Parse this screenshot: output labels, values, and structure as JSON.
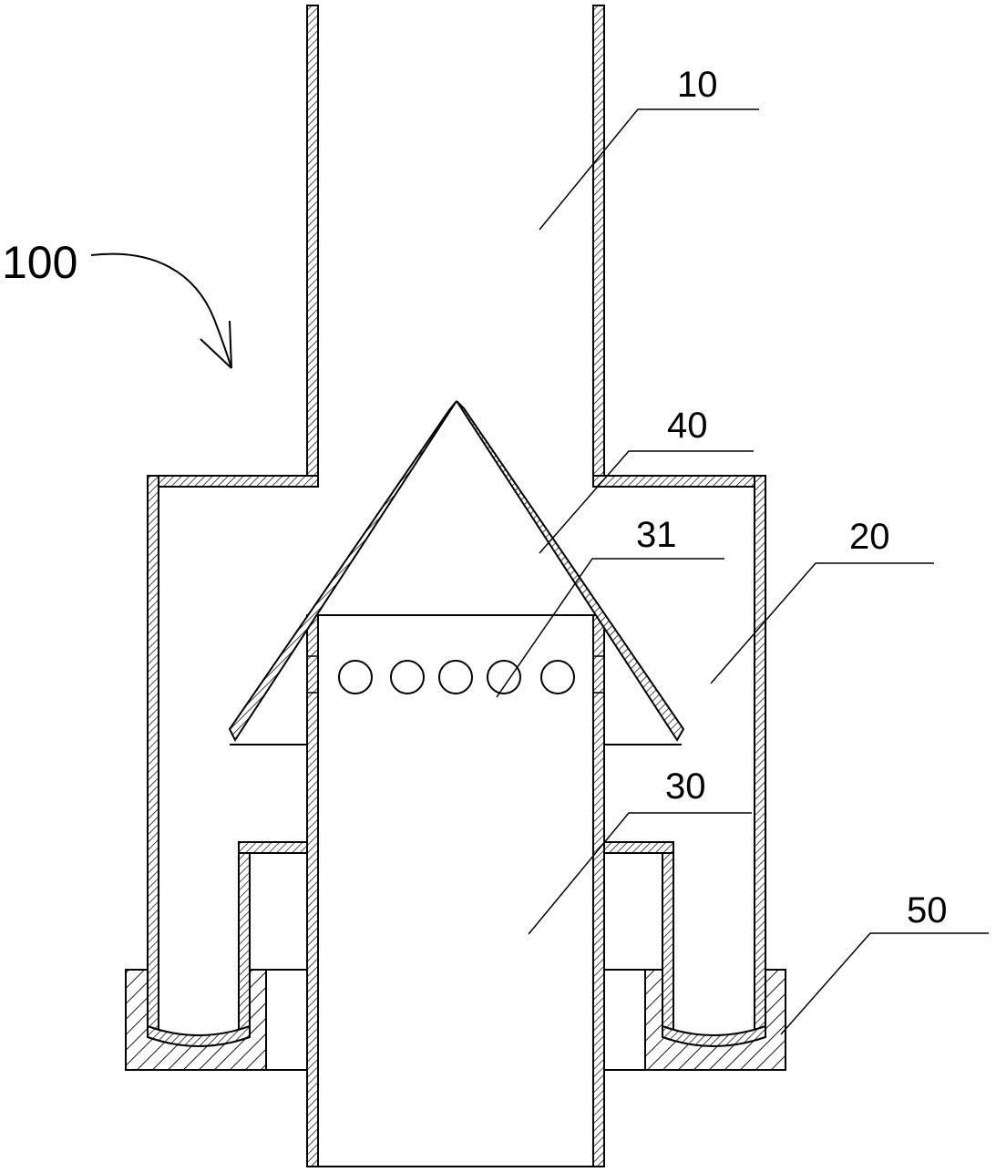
{
  "labels": {
    "assembly": "100",
    "upper_pipe": "10",
    "outer_shell": "20",
    "inner_pipe": "30",
    "holes": "31",
    "cone_cap": "40",
    "base_seal": "50"
  }
}
